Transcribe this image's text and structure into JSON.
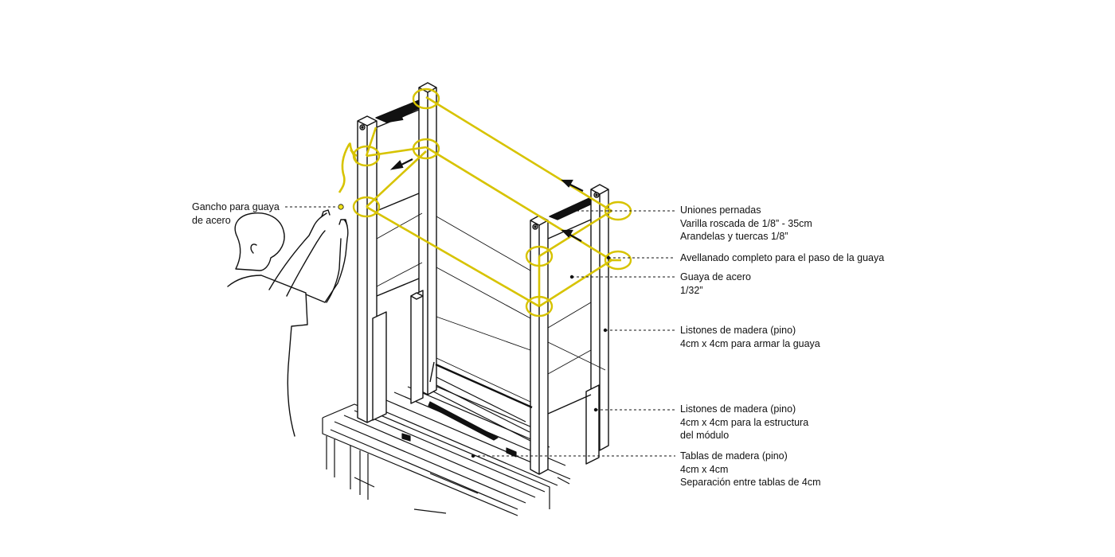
{
  "colors": {
    "line": "#111111",
    "wire": "#d7c300",
    "wire_fill": "#efe11a",
    "background": "#ffffff"
  },
  "callouts": {
    "hook": {
      "line1": "Gancho para guaya",
      "line2": "de acero"
    },
    "joints": {
      "line1": "Uniones pernadas",
      "line2": "Varilla roscada de 1/8” - 35cm",
      "line3": "Arandelas y tuercas 1/8”"
    },
    "countersink": {
      "line1": "Avellanado completo para el paso de la guaya"
    },
    "wire": {
      "line1": "Guaya de acero",
      "line2": "1/32”"
    },
    "wire_slats": {
      "line1": "Listones de madera (pino)",
      "line2": "4cm x 4cm para armar la guaya"
    },
    "structure_slats": {
      "line1": "Listones de madera (pino)",
      "line2": "4cm x 4cm para la estructura",
      "line3": "del módulo"
    },
    "boards": {
      "line1": "Tablas de madera (pino)",
      "line2": "4cm x 4cm",
      "line3": "Separación entre tablas de 4cm"
    }
  }
}
